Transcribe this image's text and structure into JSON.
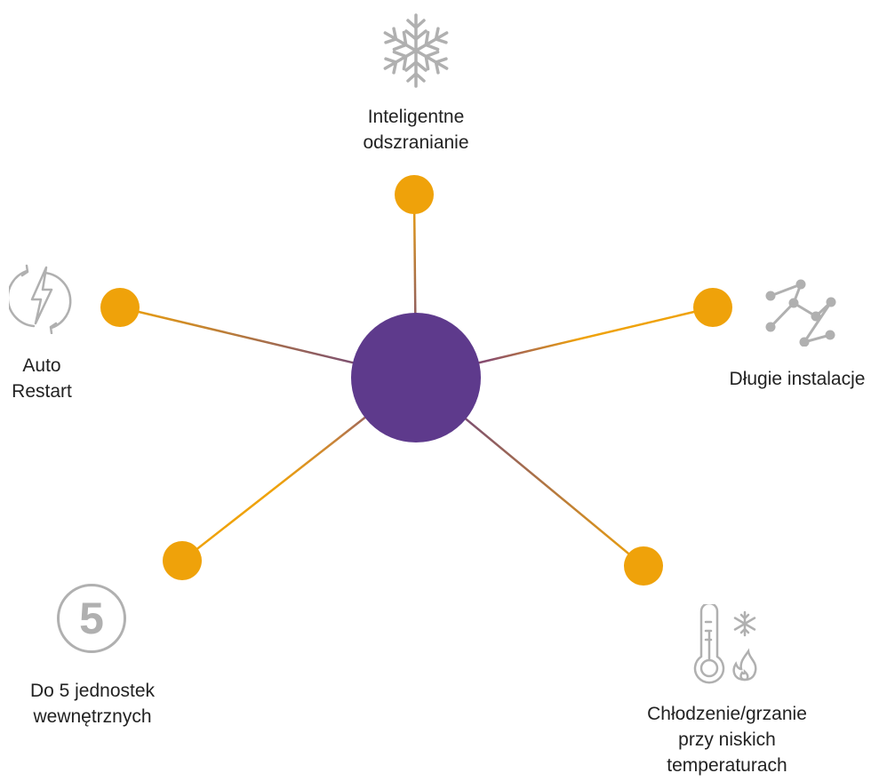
{
  "colors": {
    "hub": "#5e3a8c",
    "node": "#efa20a",
    "icon": "#b0b0b0",
    "text": "#222222"
  },
  "features": [
    {
      "id": "defrost",
      "lines": [
        "Inteligentne",
        "odszranianie"
      ],
      "icon": "snowflake-icon"
    },
    {
      "id": "long-installs",
      "lines": [
        "Długie instalacje"
      ],
      "icon": "network-icon"
    },
    {
      "id": "low-temp",
      "lines": [
        "Chłodzenie/grzanie",
        "przy niskich",
        "temperaturach"
      ],
      "icon": "thermometer-icon"
    },
    {
      "id": "indoor-units",
      "lines": [
        "Do 5 jednostek",
        "wewnętrznych"
      ],
      "icon": "five-circle-icon",
      "icon_text": "5"
    },
    {
      "id": "auto-restart",
      "lines": [
        "Auto",
        "Restart"
      ],
      "icon": "power-restart-icon"
    }
  ]
}
